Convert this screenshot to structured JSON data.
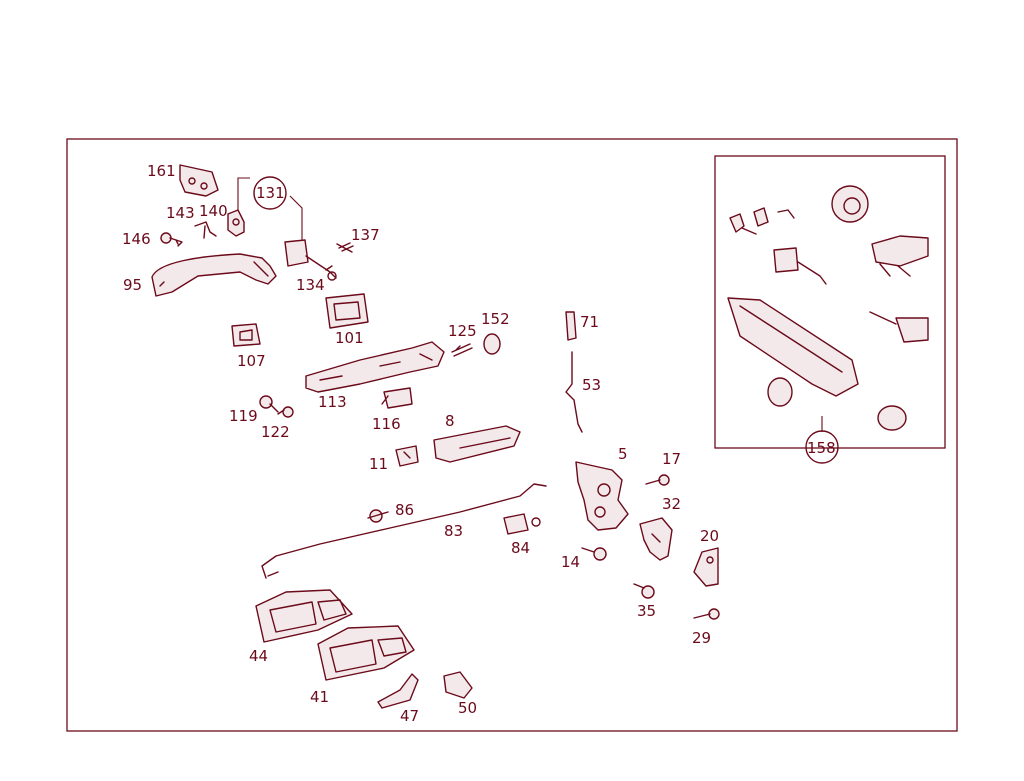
{
  "colors": {
    "line": "#6b0a1a",
    "background": "#ffffff"
  },
  "parts": {
    "p161": "161",
    "p143": "143",
    "p140": "140",
    "p131": "131",
    "p146": "146",
    "p137": "137",
    "p95": "95",
    "p134": "134",
    "p101": "101",
    "p107": "107",
    "p125": "125",
    "p152": "152",
    "p71": "71",
    "p113": "113",
    "p53": "53",
    "p119": "119",
    "p122": "122",
    "p116": "116",
    "p8": "8",
    "p11": "11",
    "p5": "5",
    "p17": "17",
    "p32": "32",
    "p86": "86",
    "p83": "83",
    "p84": "84",
    "p20": "20",
    "p14": "14",
    "p35": "35",
    "p29": "29",
    "p44": "44",
    "p41": "41",
    "p47": "47",
    "p50": "50",
    "p158": "158"
  }
}
